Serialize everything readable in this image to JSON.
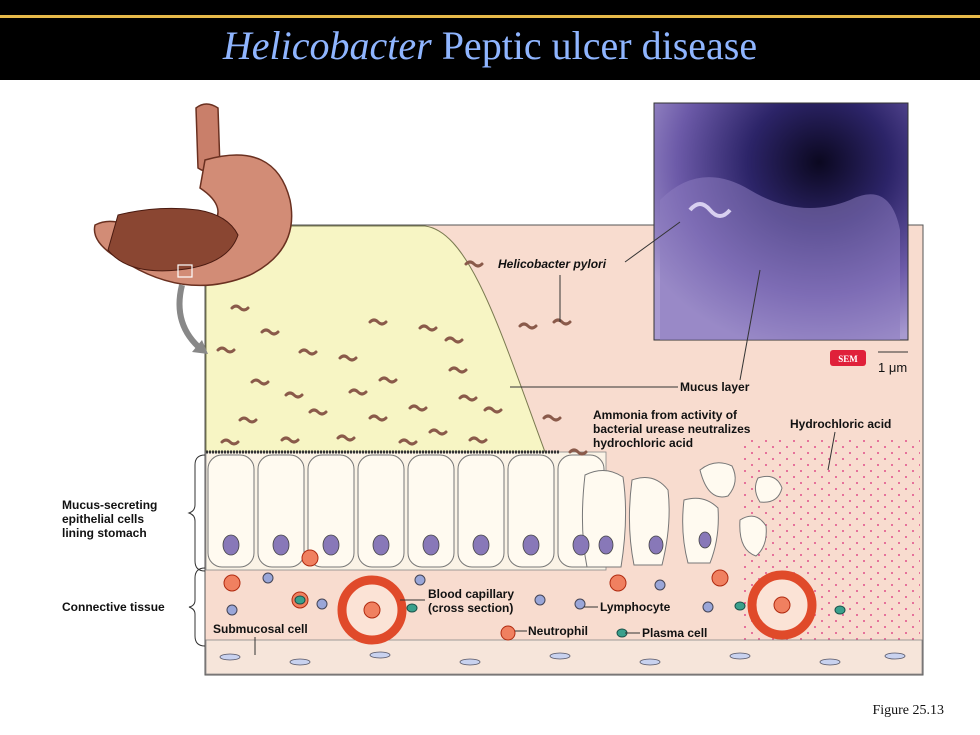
{
  "title": {
    "genus": "Helicobacter",
    "rest": "Peptic ulcer disease"
  },
  "labels": {
    "pylori": "Helicobacter pylori",
    "mucus_layer": "Mucus layer",
    "ammonia_1": "Ammonia from activity of",
    "ammonia_2": "bacterial urease neutralizes",
    "ammonia_3": "hydrochloric acid",
    "hcl": "Hydrochloric acid",
    "mucus_cells_1": "Mucus-secreting",
    "mucus_cells_2": "epithelial cells",
    "mucus_cells_3": "lining stomach",
    "connective": "Connective tissue",
    "submucosal": "Submucosal cell",
    "capillary_1": "Blood capillary",
    "capillary_2": "(cross section)",
    "lymphocyte": "Lymphocyte",
    "neutrophil": "Neutrophil",
    "plasma": "Plasma cell",
    "sem": "SEM",
    "scale": "1 μm"
  },
  "figure_caption": "Figure 25.13",
  "colors": {
    "mucus": "#f7f5c4",
    "tissue": "#f8dccf",
    "capillary": "#e04a2a",
    "sem": "#3b2e78",
    "title": "#8fb5ff"
  }
}
